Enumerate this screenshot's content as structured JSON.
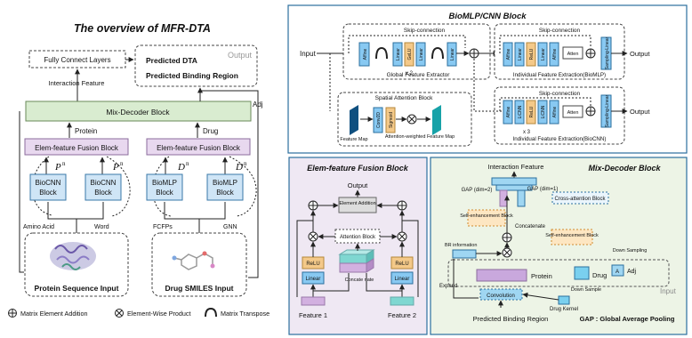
{
  "colors": {
    "panel_border": "#2b6f9e",
    "fusion_bg": "#efe8f3",
    "decoder_bg": "#edf4e6",
    "mixdec_block": "#d9ecd0",
    "elem_block": "#e8d8ef",
    "linear": "#88c9f2",
    "relu": "#f4c989",
    "atten": "#ffffff",
    "feature_map_dark": "#0f4f7f",
    "feature_map_teal": "#17a2a8",
    "protein_bar": "#c9a8dd",
    "drug_bar": "#7ad0ef"
  },
  "overview": {
    "title": "The overview of MFR-DTA",
    "fc_layers": "Fully Connect Layers",
    "output_label": "Output",
    "predicted_dta": "Predicted DTA",
    "predicted_binding_region": "Predicted Binding Region",
    "interaction_feature": "Interaction Feature",
    "mix_decoder_block": "Mix-Decoder Block",
    "adj": "Adj",
    "protein": "Protein",
    "drug": "Drug",
    "elem_fusion_block_1": "Elem-feature Fusion Block",
    "elem_fusion_block_2": "Elem-feature Fusion Block",
    "dn": "D",
    "pn": "P",
    "sup_n": "n",
    "biocnn_1_line1": "BioCNN",
    "biocnn_1_line2": "Block",
    "biocnn_2_line1": "BioCNN",
    "biocnn_2_line2": "Block",
    "biomlp_1_line1": "BioMLP",
    "biomlp_1_line2": "Block",
    "biomlp_2_line1": "BioMLP",
    "biomlp_2_line2": "Block",
    "amino_acid": "Amino Acid",
    "word": "Word",
    "fcfps": "FCFPs",
    "gnn": "GNN",
    "protein_input": "Protein Sequence Input",
    "drug_input": "Drug SMILES Input"
  },
  "legend": {
    "matrix_addition": "Matrix Element Addition",
    "elementwise_product": "Element-Wise Product",
    "matrix_transpose": "Matrix Transpose"
  },
  "biomlp": {
    "title": "BioMLP/CNN Block",
    "input": "Input",
    "output_1": "Output",
    "output_2": "Output",
    "skip_1": "Skip-connection",
    "skip_2": "Skip-connection",
    "skip_3": "Skip-connection",
    "affine": "Affine",
    "linear": "Linear",
    "relu": "ReLU",
    "gelu": "GeLU",
    "atten": "Atten",
    "conv": "LiCNN",
    "x2": "x 2",
    "x3": "x 3",
    "global_extractor": "Global Feature Extractor",
    "individual_mlp": "Individual Feature Extraction(BioMLP)",
    "individual_cnn": "Individual Feature Extraction(BioCNN)",
    "sampling_linear_1": "Sampling-Linear",
    "sampling_linear_2": "Sampling-Linear",
    "spatial_attention": "Spatial Attention Block",
    "feature_map": "Feature Map",
    "conv2d": "Conv2D",
    "sigmoid": "Sigmoid",
    "weighted_map": "Attention-weighted Feature Map"
  },
  "fusion": {
    "title": "Elem-feature Fusion Block",
    "output": "Output",
    "element_addition": "Element Addition",
    "attention_block": "Attention Block",
    "relu_left": "ReLU",
    "relu_right": "ReLU",
    "linear_left": "Linear",
    "linear_right": "Linear",
    "concatenate": "Concate nate",
    "feature_1": "Feature 1",
    "feature_2": "Feature 2"
  },
  "decoder": {
    "title": "Mix-Decoder Block",
    "interaction_feature": "Interaction Feature",
    "gap_dim2": "GAP (dim=2)",
    "gap_dim1": "GAP (dim=1)",
    "cross_attention": "Cross-attention Block",
    "self_enhancement_1": "Self-enhancement Block",
    "self_enhancement_2": "Self-enhancement Block",
    "concatenate": "Concatenate",
    "br_information": "BR information",
    "down_sampling": "Down Sampling",
    "adj": "Adj",
    "a_label": "A",
    "protein": "Protein",
    "drug": "Drug",
    "input": "Input",
    "expand": "Expand",
    "convolution": "Convolution",
    "down_sample": "Down Sample",
    "drug_kernel": "Drug Kernel",
    "predicted_binding_region": "Predicted Binding Region",
    "gap_note": "GAP : Global Average Pooling"
  }
}
